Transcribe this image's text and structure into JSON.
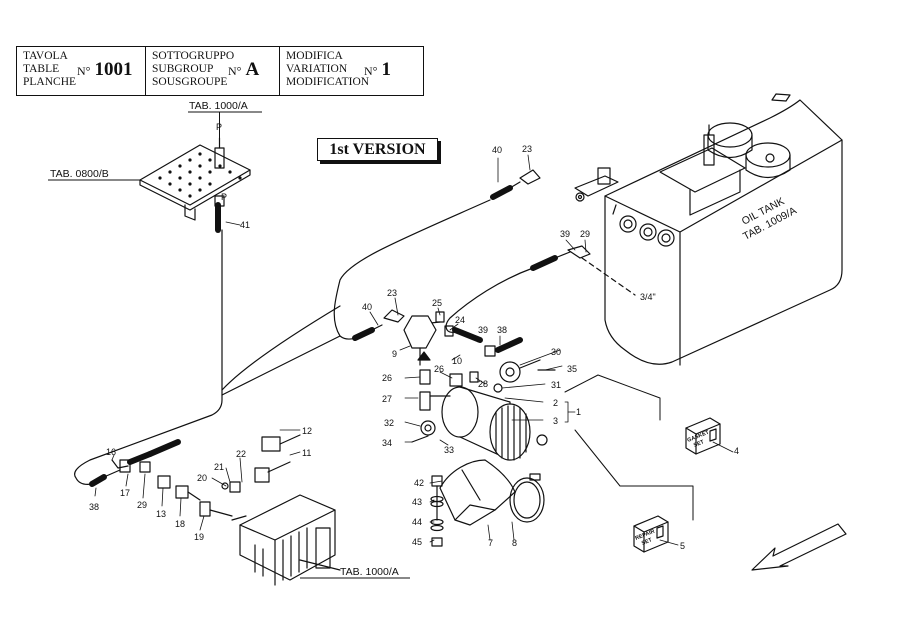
{
  "header": {
    "tavola": {
      "labels": [
        "TAVOLA",
        "TABLE",
        "PLANCHE"
      ],
      "prefix": "N°",
      "value": "1001"
    },
    "sottogruppo": {
      "labels": [
        "SOTTOGRUPPO",
        "SUBGROUP",
        "SOUSGROUPE"
      ],
      "prefix": "N°",
      "value": "A"
    },
    "modifica": {
      "labels": [
        "MODIFICA",
        "VARIATION",
        "MODIFICATION"
      ],
      "prefix": "N°",
      "value": "1"
    }
  },
  "version_label": "1st VERSION",
  "references": {
    "tab_1000_top": "TAB. 1000/A",
    "tab_0800": "TAB. 0800/B",
    "tab_1000_bottom": "TAB. 1000/A",
    "oil_tank_line1": "OIL TANK",
    "oil_tank_line2": "TAB. 1009/A",
    "port_letter_top": "P",
    "port_letter_bottom": "P",
    "thread_size": "3/4\""
  },
  "kits": {
    "gasket": [
      "GASKET",
      "SET"
    ],
    "repair": [
      "REPAIR",
      "SET"
    ]
  },
  "part_numbers": {
    "p40a": "40",
    "p23a": "23",
    "p41": "41",
    "p39a": "39",
    "p29a": "29",
    "p40b": "40",
    "p23b": "23",
    "p25": "25",
    "p24": "24",
    "p39b": "39",
    "p38a": "38",
    "p9": "9",
    "p10": "10",
    "p26a": "26",
    "p26b": "26",
    "p28": "28",
    "p30": "30",
    "p35": "35",
    "p31": "31",
    "p27": "27",
    "p32": "32",
    "p34": "34",
    "p33": "33",
    "p2": "2",
    "p3": "3",
    "p1": "1",
    "p4": "4",
    "p5": "5",
    "p7": "7",
    "p8": "8",
    "p42": "42",
    "p43": "43",
    "p44": "44",
    "p45": "45",
    "p16": "16",
    "p17": "17",
    "p38b": "38",
    "p29b": "29",
    "p13": "13",
    "p18": "18",
    "p19": "19",
    "p20": "20",
    "p21": "21",
    "p22": "22",
    "p12": "12",
    "p11": "11"
  }
}
